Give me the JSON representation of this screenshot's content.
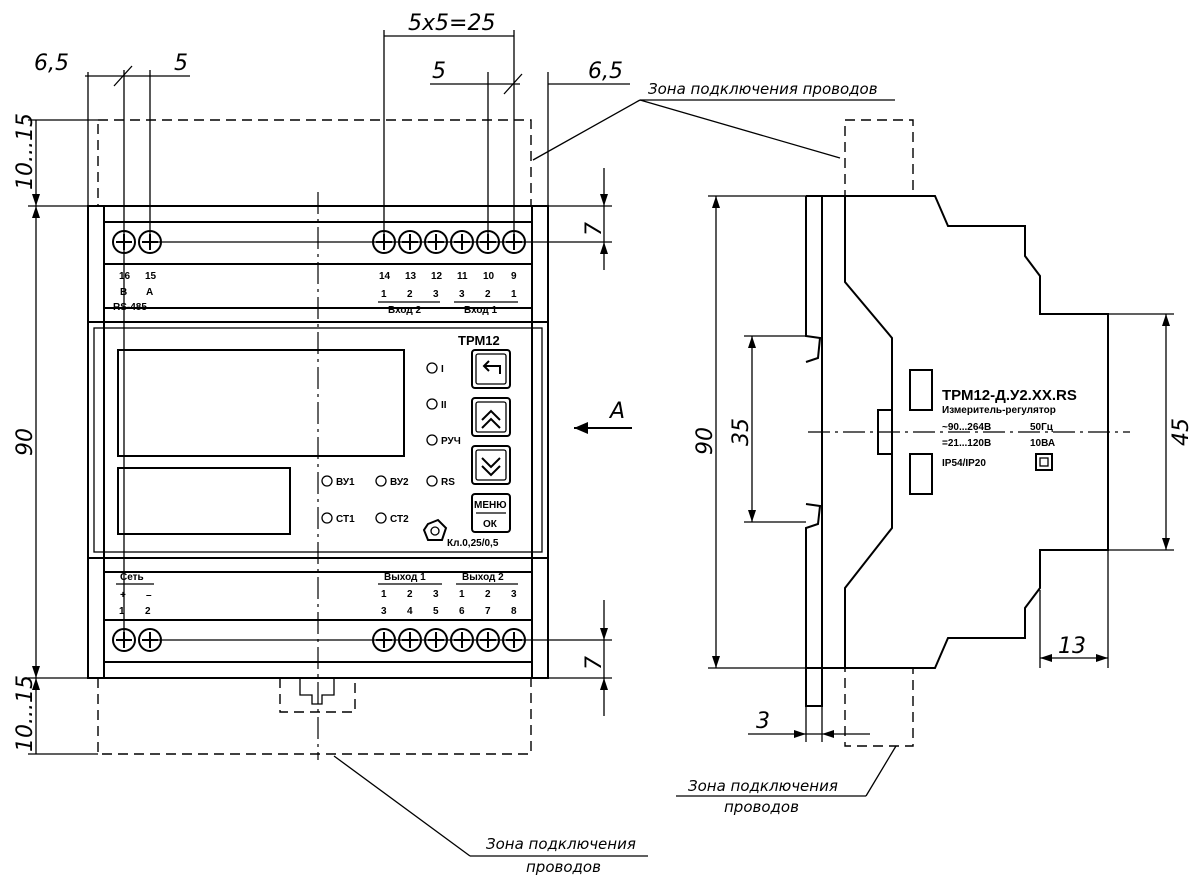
{
  "front_view": {
    "dims": {
      "left_pitch": "6,5",
      "left_spacing": "5",
      "top_span": "5x5=25",
      "right_spacing": "5",
      "right_pitch": "6,5",
      "top_zone": "10...15",
      "bottom_zone": "10...15",
      "height": "90",
      "top_clearance": "7",
      "bottom_clearance": "7"
    },
    "terminals_top": [
      "16",
      "15",
      "14",
      "13",
      "12",
      "11",
      "10",
      "9"
    ],
    "top_sub_labels": [
      "B",
      "A",
      "1",
      "2",
      "3",
      "3",
      "2",
      "1"
    ],
    "rs485_label": "RS-485",
    "input2_label": "Вход 2",
    "input1_label": "Вход 1",
    "model_label": "ТРМ12",
    "indicators": [
      "I",
      "II",
      "РУЧ",
      "ВУ1",
      "ВУ2",
      "RS",
      "СТ1",
      "СТ2"
    ],
    "menu_label": "МЕНЮ",
    "ok_label": "ОК",
    "accuracy_label": "Кл.0,25/0,5",
    "power_label": "Сеть",
    "power_plus": "+",
    "power_minus": "–",
    "power_terminals": [
      "1",
      "2"
    ],
    "output1_label": "Выход 1",
    "output2_label": "Выход 2",
    "output_sub": [
      "1",
      "2",
      "3",
      "1",
      "2",
      "3"
    ],
    "terminals_bottom": [
      "3",
      "4",
      "5",
      "6",
      "7",
      "8"
    ],
    "view_label": "A",
    "zone_note_line1": "Зона подключения",
    "zone_note_line2": "проводов"
  },
  "side_view": {
    "dims": {
      "height": "90",
      "rail": "35",
      "body": "45",
      "depth": "13",
      "thickness": "3"
    },
    "label_model": "ТРМ12-Д.У2.XX.RS",
    "label_type": "Измеритель-регулятор",
    "label_ac": "~90...264В",
    "label_freq": "50Гц",
    "label_dc": "=21...120В",
    "label_current": "10ВА",
    "label_ip": "IP54/IP20",
    "zone_note_top": "Зона подключения проводов",
    "zone_note_bottom_line1": "Зона подключения",
    "zone_note_bottom_line2": "проводов"
  }
}
